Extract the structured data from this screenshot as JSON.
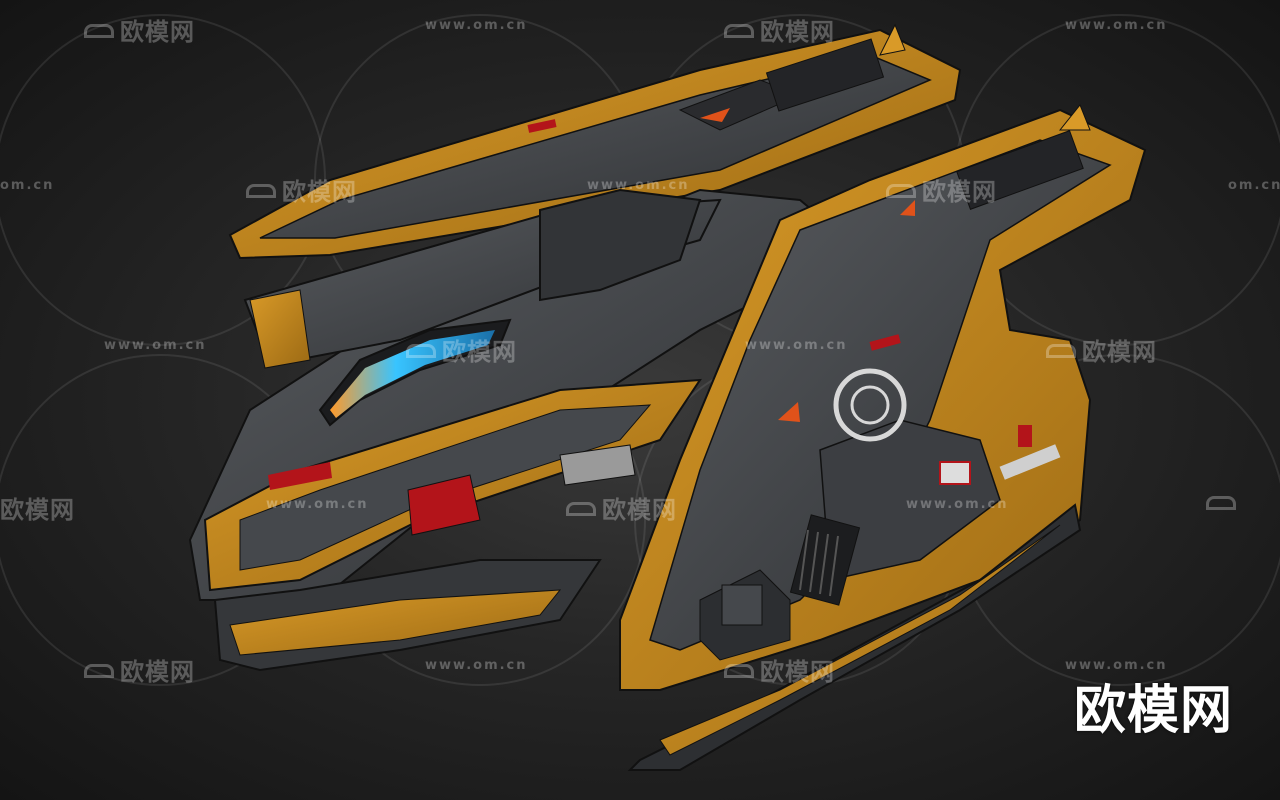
{
  "scene": {
    "subject": "spaceship-model",
    "colors": {
      "hull_orange": "#c58a1e",
      "hull_dark": "#3b3d40",
      "hull_panel": "#55585c",
      "accent_red": "#b3141a",
      "canopy_cyan": "#38c4ff",
      "bg_center": "#3a3a3a",
      "bg_edge": "#141414"
    }
  },
  "watermark": {
    "logo_text": "欧模网",
    "url_text": "www.om.cn",
    "partial_url_text": "om.cn",
    "brand_text": "欧模网"
  }
}
